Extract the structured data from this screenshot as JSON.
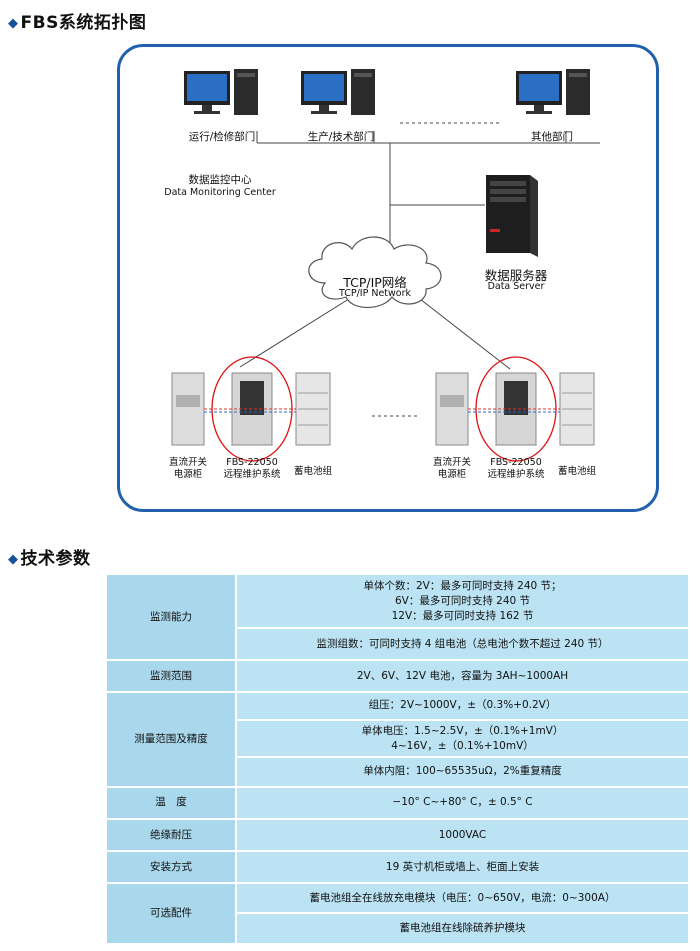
{
  "section1": {
    "title": "FBS系统拓扑图"
  },
  "topology": {
    "departments": [
      {
        "label": "运行/检修部门"
      },
      {
        "label": "生产/技术部门"
      },
      {
        "label": "其他部门"
      }
    ],
    "monitoring_center": {
      "cn": "数据监控中心",
      "en": "Data Monitoring Center"
    },
    "network": {
      "cn": "TCP/IP网络",
      "en": "TCP/IP Network"
    },
    "server": {
      "cn": "数据服务器",
      "en": "Data Server"
    },
    "site_left": {
      "dc_cabinet": [
        "直流开关",
        "电源柜"
      ],
      "fbs": [
        "FBS-22050",
        "远程维护系统"
      ],
      "battery": "蓄电池组"
    },
    "site_right": {
      "dc_cabinet": [
        "直流开关",
        "电源柜"
      ],
      "fbs": [
        "FBS-22050",
        "远程维护系统"
      ],
      "battery": "蓄电池组"
    }
  },
  "section2": {
    "title": "技术参数"
  },
  "params": {
    "rows": [
      {
        "key": "监测能力",
        "values": [
          [
            "单体个数：2V：最多可同时支持 240 节；",
            "6V：最多可同时支持 240 节",
            "12V：最多可同时支持 162 节"
          ],
          [
            "监测组数：可同时支持 4 组电池（总电池个数不超过 240 节）"
          ]
        ]
      },
      {
        "key": "监测范围",
        "values": [
          [
            "2V、6V、12V 电池，容量为 3AH~1000AH"
          ]
        ]
      },
      {
        "key": "测量范围及精度",
        "values": [
          [
            "组压：2V~1000V，±（0.3%+0.2V）"
          ],
          [
            "单体电压：1.5~2.5V，±（0.1%+1mV）",
            "4~16V，±（0.1%+10mV）"
          ],
          [
            "单体内阻：100~65535uΩ，2%重复精度"
          ]
        ]
      },
      {
        "key": "温　度",
        "values": [
          [
            "−10° C~+80° C，± 0.5° C"
          ]
        ]
      },
      {
        "key": "绝缘耐压",
        "values": [
          [
            "1000VAC"
          ]
        ]
      },
      {
        "key": "安装方式",
        "values": [
          [
            "19 英寸机柜或墙上、柜面上安装"
          ]
        ]
      },
      {
        "key": "可选配件",
        "values": [
          [
            "蓄电池组全在线放充电模块（电压：0~650V，电流：0~300A）"
          ],
          [
            "蓄电池组在线除硫养护模块"
          ]
        ]
      }
    ]
  }
}
